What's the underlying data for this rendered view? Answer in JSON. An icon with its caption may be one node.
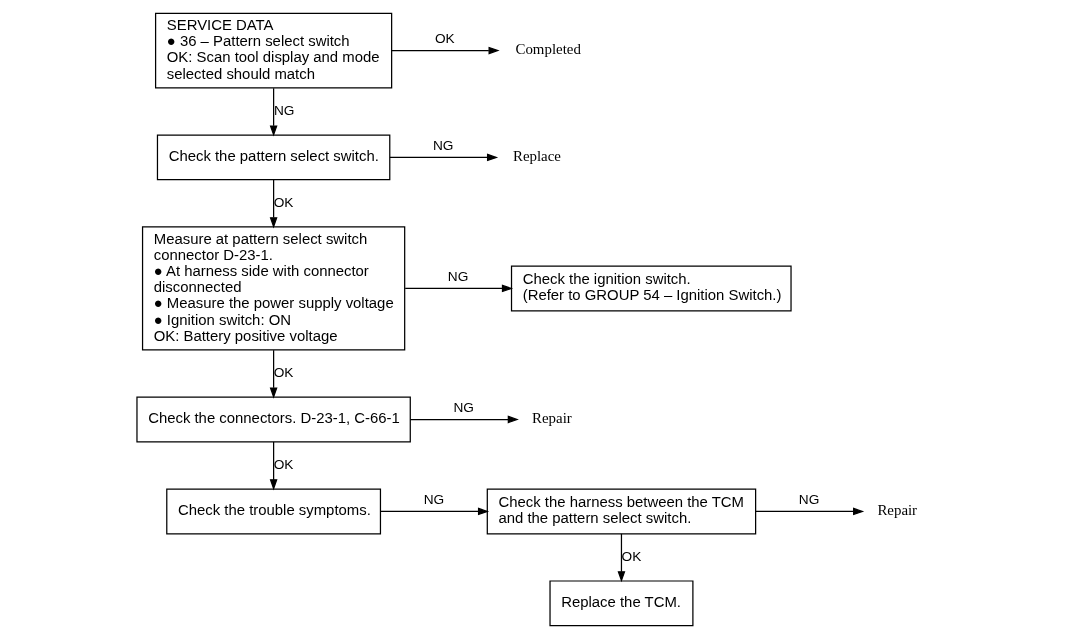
{
  "diagram": {
    "nodes": [
      {
        "text": [
          "SERVICE DATA",
          "● 36 – Pattern select switch",
          "OK: Scan tool display and mode selected should match"
        ]
      },
      {
        "text": [
          "Completed"
        ]
      },
      {
        "text": [
          "Check the pattern select switch."
        ]
      },
      {
        "text": [
          "Replace"
        ]
      },
      {
        "text": [
          "Measure at pattern select switch connector D-23-1.",
          "● At harness side with connector disconnected",
          "● Measure the power supply voltage",
          "● Ignition switch: ON",
          "OK: Battery positive voltage"
        ]
      },
      {
        "text": [
          "Check the ignition switch.",
          "(Refer to GROUP 54 – Ignition Switch.)"
        ]
      },
      {
        "text": [
          "Check the connectors. D-23-1, C-66-1"
        ]
      },
      {
        "text": [
          "Repair"
        ]
      },
      {
        "text": [
          "Check the trouble symptoms."
        ]
      },
      {
        "text": [
          "Check the harness between the TCM and the pattern select switch."
        ]
      },
      {
        "text": [
          "Repair"
        ]
      },
      {
        "text": [
          "Replace the TCM."
        ]
      }
    ],
    "edges": [
      {
        "from": 0,
        "to": 1,
        "arrow": "to",
        "label": "OK"
      },
      {
        "from": 0,
        "to": 2,
        "arrow": "to",
        "label": "NG"
      },
      {
        "from": 2,
        "to": 3,
        "arrow": "to",
        "label": "NG"
      },
      {
        "from": 2,
        "to": 4,
        "arrow": "to",
        "label": "OK"
      },
      {
        "from": 4,
        "to": 5,
        "arrow": "to",
        "label": "NG"
      },
      {
        "from": 4,
        "to": 6,
        "arrow": "to",
        "label": "OK"
      },
      {
        "from": 6,
        "to": 7,
        "arrow": "to",
        "label": "NG"
      },
      {
        "from": 6,
        "to": 8,
        "arrow": "to",
        "label": "OK"
      },
      {
        "from": 8,
        "to": 9,
        "arrow": "to",
        "label": "NG"
      },
      {
        "from": 9,
        "to": 10,
        "arrow": "to",
        "label": "NG"
      },
      {
        "from": 9,
        "to": 11,
        "arrow": "to",
        "label": "OK"
      }
    ]
  }
}
